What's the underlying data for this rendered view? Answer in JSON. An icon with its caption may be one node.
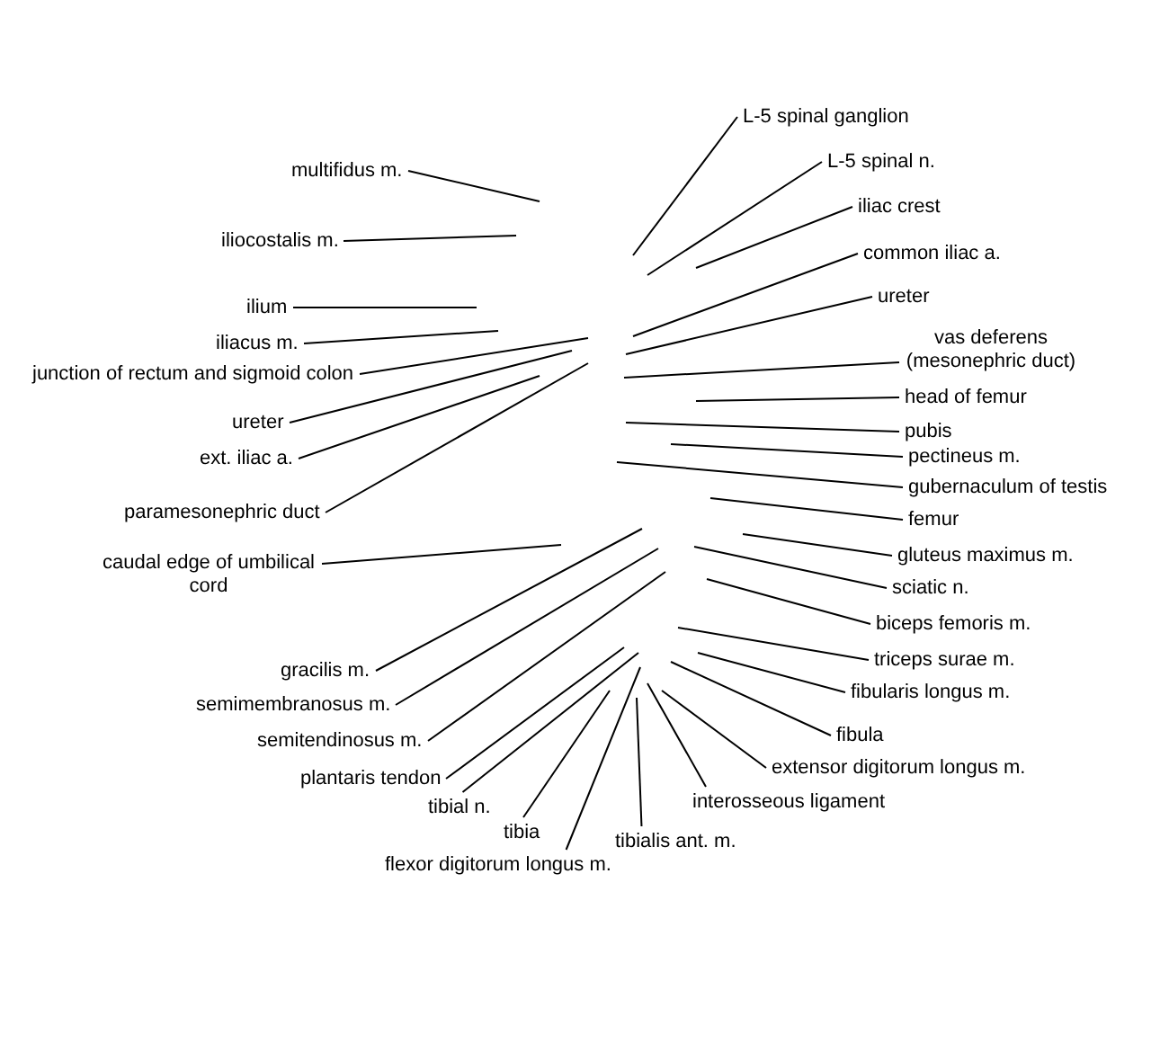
{
  "diagram": {
    "nodes": [
      {
        "text": [
          "multifidus m."
        ]
      },
      {
        "text": [
          "iliocostalis m."
        ]
      },
      {
        "text": [
          "ilium"
        ]
      },
      {
        "text": [
          "iliacus m."
        ]
      },
      {
        "text": [
          "junction of rectum and sigmoid colon"
        ]
      },
      {
        "text": [
          "ureter"
        ]
      },
      {
        "text": [
          "ext. iliac a."
        ]
      },
      {
        "text": [
          "paramesonephric duct"
        ]
      },
      {
        "text": [
          "caudal edge of umbilical cord"
        ]
      },
      {
        "text": [
          "gracilis m."
        ]
      },
      {
        "text": [
          "semimembranosus m."
        ]
      },
      {
        "text": [
          "semitendinosus m."
        ]
      },
      {
        "text": [
          "plantaris tendon"
        ]
      },
      {
        "text": [
          "tibial n."
        ]
      },
      {
        "text": [
          "tibia"
        ]
      },
      {
        "text": [
          "flexor digitorum longus m."
        ]
      },
      {
        "text": [
          "L-5 spinal ganglion"
        ]
      },
      {
        "text": [
          "L-5 spinal n."
        ]
      },
      {
        "text": [
          "iliac crest"
        ]
      },
      {
        "text": [
          "common iliac a."
        ]
      },
      {
        "text": [
          "ureter"
        ]
      },
      {
        "text": [
          "vas deferens (mesonephric duct)"
        ]
      },
      {
        "text": [
          "head of femur"
        ]
      },
      {
        "text": [
          "pubis"
        ]
      },
      {
        "text": [
          "pectineus m."
        ]
      },
      {
        "text": [
          "gubernaculum of testis"
        ]
      },
      {
        "text": [
          "femur"
        ]
      },
      {
        "text": [
          "gluteus maximus m."
        ]
      },
      {
        "text": [
          "sciatic n."
        ]
      },
      {
        "text": [
          "biceps femoris m."
        ]
      },
      {
        "text": [
          "triceps surae m."
        ]
      },
      {
        "text": [
          "fibularis longus m."
        ]
      },
      {
        "text": [
          "fibula"
        ]
      },
      {
        "text": [
          "extensor digitorum longus m."
        ]
      },
      {
        "text": [
          "interosseous ligament"
        ]
      },
      {
        "text": [
          "tibialis ant. m."
        ]
      }
    ],
    "edges": [
      {
        "from": 0,
        "to": null,
        "arrow": "none"
      },
      {
        "from": 1,
        "to": null,
        "arrow": "none"
      },
      {
        "from": 2,
        "to": null,
        "arrow": "none"
      },
      {
        "from": 3,
        "to": null,
        "arrow": "none"
      },
      {
        "from": 4,
        "to": null,
        "arrow": "none"
      },
      {
        "from": 5,
        "to": null,
        "arrow": "none"
      },
      {
        "from": 6,
        "to": null,
        "arrow": "none"
      },
      {
        "from": 7,
        "to": null,
        "arrow": "none"
      },
      {
        "from": 8,
        "to": null,
        "arrow": "none"
      },
      {
        "from": 9,
        "to": null,
        "arrow": "none"
      },
      {
        "from": 10,
        "to": null,
        "arrow": "none"
      },
      {
        "from": 11,
        "to": null,
        "arrow": "none"
      },
      {
        "from": 12,
        "to": null,
        "arrow": "none"
      },
      {
        "from": 13,
        "to": null,
        "arrow": "none"
      },
      {
        "from": 14,
        "to": null,
        "arrow": "none"
      },
      {
        "from": 15,
        "to": null,
        "arrow": "none"
      },
      {
        "from": 16,
        "to": null,
        "arrow": "none"
      },
      {
        "from": 17,
        "to": null,
        "arrow": "none"
      },
      {
        "from": 18,
        "to": null,
        "arrow": "none"
      },
      {
        "from": 19,
        "to": null,
        "arrow": "none"
      },
      {
        "from": 20,
        "to": null,
        "arrow": "none"
      },
      {
        "from": 21,
        "to": null,
        "arrow": "none"
      },
      {
        "from": 22,
        "to": null,
        "arrow": "none"
      },
      {
        "from": 23,
        "to": null,
        "arrow": "none"
      },
      {
        "from": 24,
        "to": null,
        "arrow": "none"
      },
      {
        "from": 25,
        "to": null,
        "arrow": "none"
      },
      {
        "from": 26,
        "to": null,
        "arrow": "none"
      },
      {
        "from": 27,
        "to": null,
        "arrow": "none"
      },
      {
        "from": 28,
        "to": null,
        "arrow": "none"
      },
      {
        "from": 29,
        "to": null,
        "arrow": "none"
      },
      {
        "from": 30,
        "to": null,
        "arrow": "none"
      },
      {
        "from": 31,
        "to": null,
        "arrow": "none"
      },
      {
        "from": 32,
        "to": null,
        "arrow": "none"
      },
      {
        "from": 33,
        "to": null,
        "arrow": "none"
      },
      {
        "from": 34,
        "to": null,
        "arrow": "none"
      },
      {
        "from": 35,
        "to": null,
        "arrow": "none"
      }
    ]
  }
}
